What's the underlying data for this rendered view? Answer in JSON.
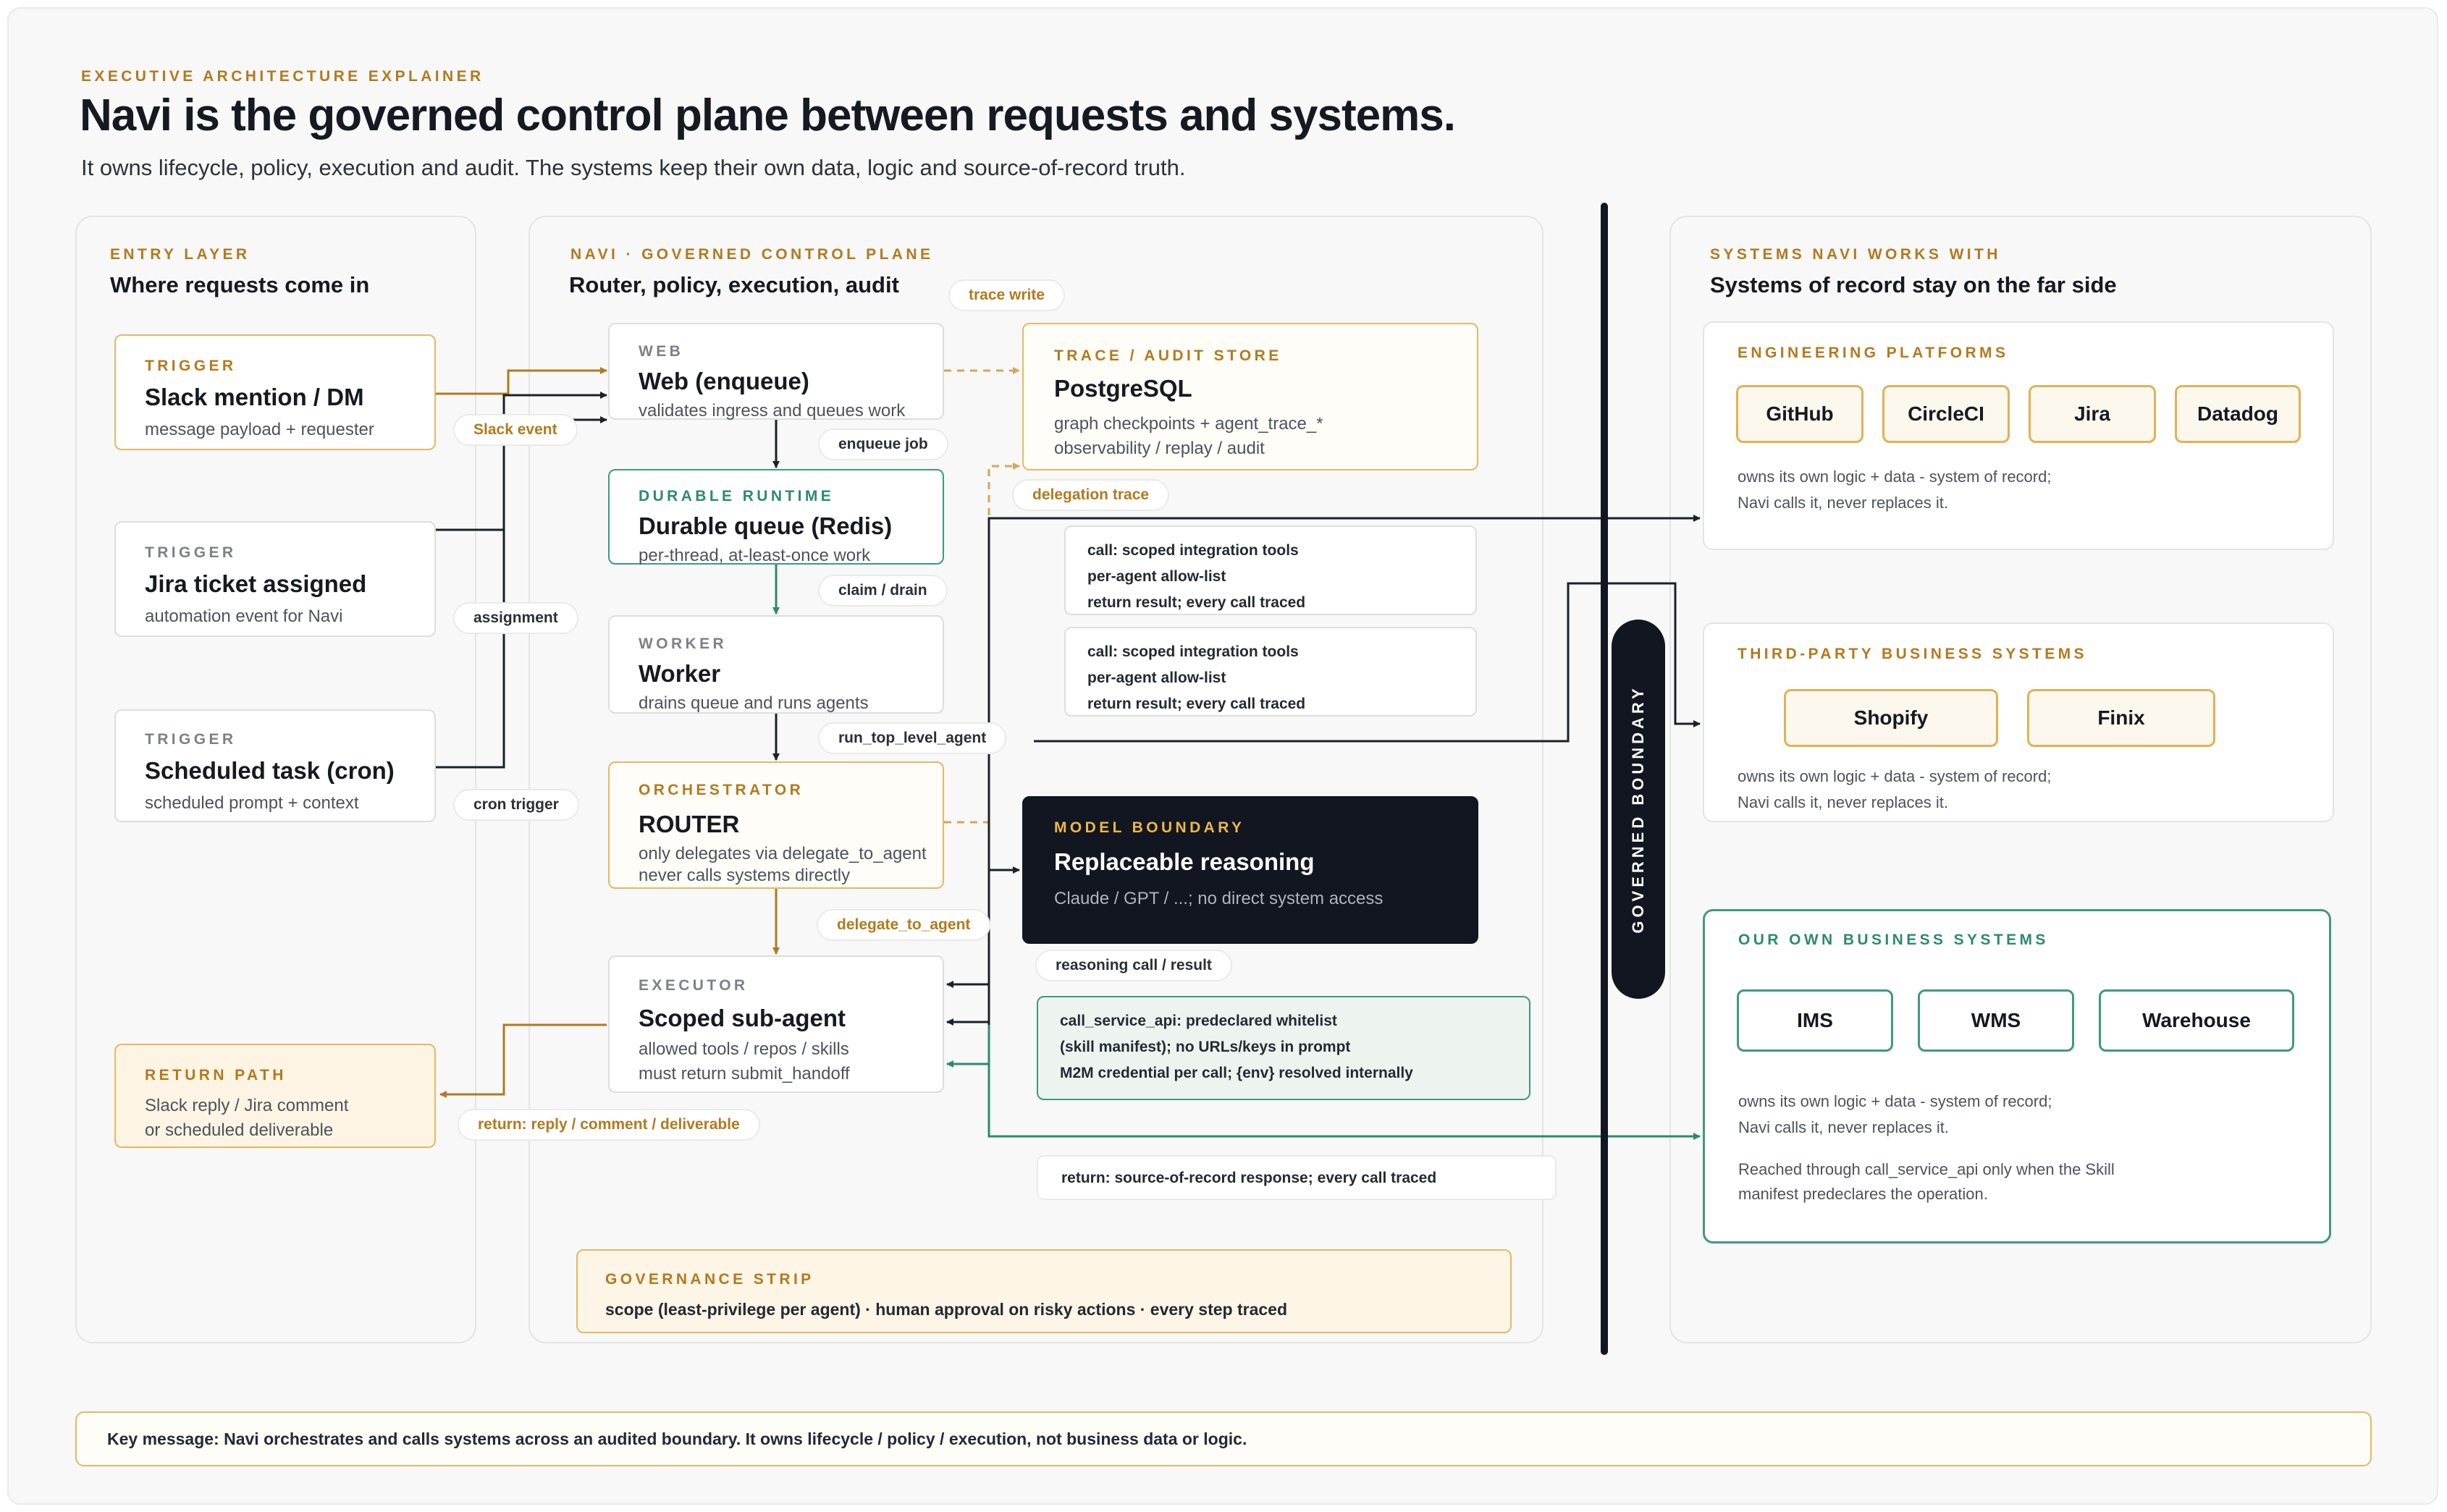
{
  "header": {
    "eyebrow": "EXECUTIVE ARCHITECTURE EXPLAINER",
    "title": "Navi is the governed control plane between requests and systems.",
    "subtitle": "It owns lifecycle, policy, execution and audit. The systems keep their own data, logic and source-of-record truth."
  },
  "entry": {
    "eyebrow": "ENTRY LAYER",
    "heading": "Where requests come in",
    "triggers": [
      {
        "eyebrow": "TRIGGER",
        "title": "Slack mention / DM",
        "desc": "message payload + requester",
        "edge": "Slack event"
      },
      {
        "eyebrow": "TRIGGER",
        "title": "Jira ticket assigned",
        "desc": "automation event for Navi",
        "edge": "assignment"
      },
      {
        "eyebrow": "TRIGGER",
        "title": "Scheduled task (cron)",
        "desc": "scheduled prompt + context",
        "edge": "cron trigger"
      }
    ],
    "return_path": {
      "eyebrow": "RETURN PATH",
      "line1": "Slack reply / Jira comment",
      "line2": "or scheduled deliverable",
      "edge": "return: reply / comment / deliverable"
    }
  },
  "plane": {
    "eyebrow": "NAVI · GOVERNED CONTROL PLANE",
    "heading": "Router, policy, execution, audit",
    "web": {
      "eyebrow": "WEB",
      "title": "Web (enqueue)",
      "desc": "validates ingress and queues work"
    },
    "queue": {
      "eyebrow": "DURABLE RUNTIME",
      "title": "Durable queue (Redis)",
      "desc": "per-thread, at-least-once work"
    },
    "worker": {
      "eyebrow": "WORKER",
      "title": "Worker",
      "desc": "drains queue and runs agents"
    },
    "router": {
      "eyebrow": "ORCHESTRATOR",
      "title": "ROUTER",
      "desc1": "only delegates via delegate_to_agent",
      "desc2": "never calls systems directly"
    },
    "executor": {
      "eyebrow": "EXECUTOR",
      "title": "Scoped sub-agent",
      "desc1": "allowed tools / repos / skills",
      "desc2": "must return submit_handoff"
    },
    "audit": {
      "eyebrow": "TRACE / AUDIT STORE",
      "title": "PostgreSQL",
      "desc1": "graph checkpoints + agent_trace_*",
      "desc2": "observability / replay / audit"
    },
    "model": {
      "eyebrow": "MODEL BOUNDARY",
      "title": "Replaceable reasoning",
      "desc": "Claude / GPT / ...; no direct system access"
    },
    "calls": [
      {
        "line1": "call: scoped integration tools",
        "line2": "per-agent allow-list",
        "line3": "return result; every call traced"
      },
      {
        "line1": "call: scoped integration tools",
        "line2": "per-agent allow-list",
        "line3": "return result; every call traced"
      }
    ],
    "service_api": {
      "line1": "call_service_api: predeclared whitelist",
      "line2": "(skill manifest); no URLs/keys in prompt",
      "line3": "M2M credential per call; {env} resolved internally"
    },
    "edges": {
      "trace_write": "trace write",
      "enqueue_job": "enqueue job",
      "delegation_trace": "delegation trace",
      "claim_drain": "claim / drain",
      "run_top_level_agent": "run_top_level_agent",
      "delegate_to_agent": "delegate_to_agent",
      "reasoning_call": "reasoning call / result",
      "source_return": "return: source-of-record response; every call traced"
    },
    "governance": {
      "eyebrow": "GOVERNANCE STRIP",
      "text": "scope (least-privilege per agent) · human approval on risky actions · every step traced"
    }
  },
  "boundary": {
    "label": "GOVERNED BOUNDARY"
  },
  "systems": {
    "eyebrow": "SYSTEMS NAVI WORKS WITH",
    "heading": "Systems of record stay on the far side",
    "engineering": {
      "eyebrow": "ENGINEERING PLATFORMS",
      "items": [
        "GitHub",
        "CircleCI",
        "Jira",
        "Datadog"
      ],
      "note1": "owns its own logic + data - system of record;",
      "note2": "Navi calls it, never replaces it."
    },
    "third_party": {
      "eyebrow": "THIRD-PARTY BUSINESS SYSTEMS",
      "items": [
        "Shopify",
        "Finix"
      ],
      "note1": "owns its own logic + data - system of record;",
      "note2": "Navi calls it, never replaces it."
    },
    "own": {
      "eyebrow": "OUR OWN BUSINESS SYSTEMS",
      "items": [
        "IMS",
        "WMS",
        "Warehouse"
      ],
      "note1": "owns its own logic + data - system of record;",
      "note2": "Navi calls it, never replaces it.",
      "note3": "Reached through call_service_api only when the Skill",
      "note4": "manifest predeclares the operation."
    }
  },
  "footer": {
    "message": "Key message: Navi orchestrates and calls systems across an audited boundary. It owns lifecycle / policy / execution, not business data or logic."
  },
  "colors": {
    "gold": "#b27a1e",
    "green": "#2d8a6f",
    "dark": "#111620",
    "accent_border": "#e7b863"
  }
}
